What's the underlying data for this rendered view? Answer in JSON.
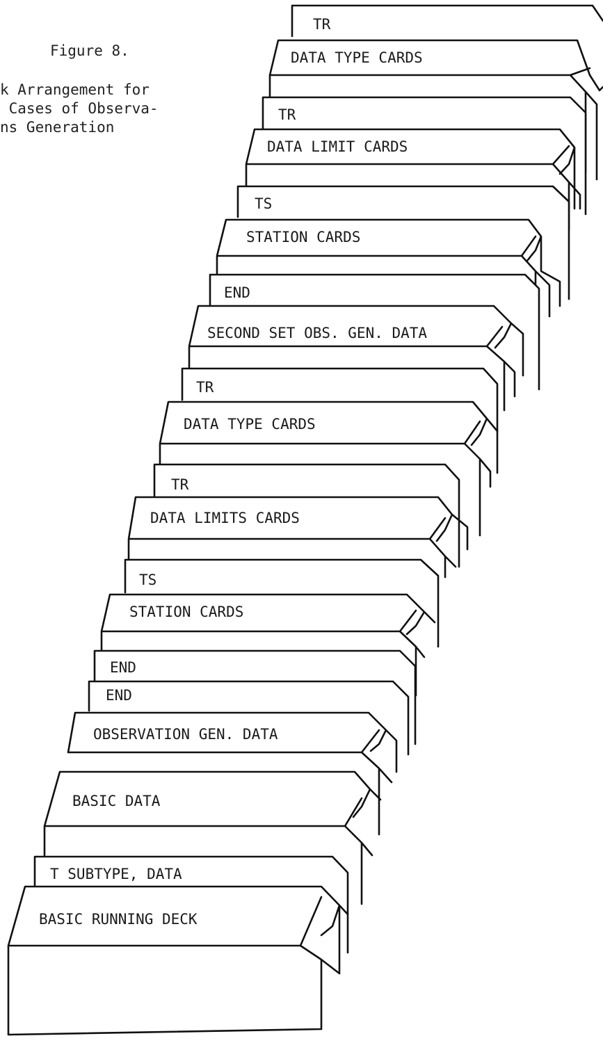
{
  "caption": {
    "title": "Figure 8.",
    "lines": [
      "k Arrangement for",
      " Cases of Observa-",
      "ns Generation"
    ]
  },
  "cards": [
    {
      "label": "BASIC RUNNING DECK"
    },
    {
      "label": "T SUBTYPE, DATA"
    },
    {
      "label": "BASIC DATA"
    },
    {
      "label": "OBSERVATION GEN. DATA"
    },
    {
      "label": "END"
    },
    {
      "label": "END"
    },
    {
      "label": "STATION CARDS"
    },
    {
      "label": "TS"
    },
    {
      "label": "DATA LIMITS CARDS"
    },
    {
      "label": "TR"
    },
    {
      "label": "DATA TYPE CARDS"
    },
    {
      "label": "TR"
    },
    {
      "label": "SECOND SET OBS. GEN. DATA"
    },
    {
      "label": "END"
    },
    {
      "label": "STATION CARDS"
    },
    {
      "label": "TS"
    },
    {
      "label": "DATA LIMIT CARDS"
    },
    {
      "label": "TR"
    },
    {
      "label": "DATA TYPE CARDS"
    },
    {
      "label": "TR"
    }
  ]
}
